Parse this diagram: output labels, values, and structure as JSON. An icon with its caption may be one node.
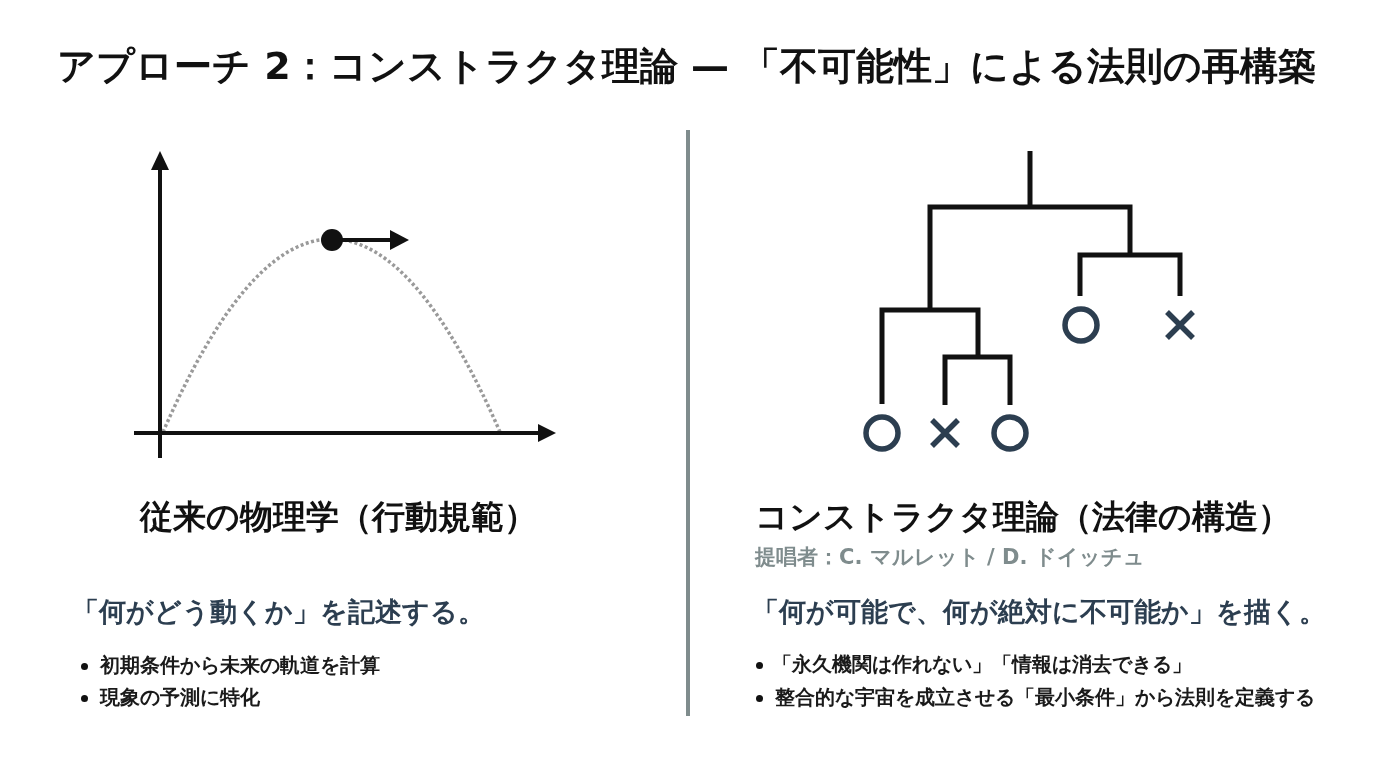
{
  "diagram": {
    "title": "アプローチ 2：コンストラクタ理論 — 「不可能性」による法則の再構築",
    "labels": [
      "従来の物理学（行動規範）",
      "「何がどう動くか」を記述する。",
      "初期条件から未来の軌道を計算",
      "現象の予測に特化",
      "コンストラクタ理論（法律の構造）",
      "提唱者：C. マルレット / D. ドイッチュ",
      "「何が可能で、何が絶対に不可能か」を描く。",
      "「永久機関は作れない」「情報は消去できる」",
      "整合的な宇宙を成立させる「最小条件」から法則を定義する"
    ]
  }
}
